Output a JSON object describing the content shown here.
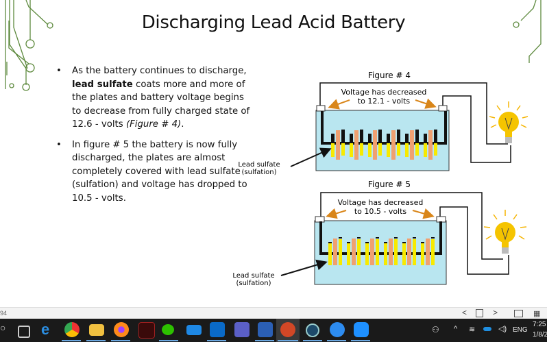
{
  "slide": {
    "title": "Discharging Lead Acid Battery",
    "bullets": [
      {
        "marker": "•",
        "pre": "As the battery continues to discharge, ",
        "bold": "lead sulfate",
        "mid": " coats more and more of the plates and battery voltage begins to decrease from fully charged state of 12.6 - volts ",
        "italic": "(Figure # 4)",
        "post": "."
      },
      {
        "marker": "•",
        "text": "In figure # 5 the battery is now fully discharged, the plates are almost completely covered with lead sulfate (sulfation) and voltage has dropped to 10.5 - volts."
      }
    ],
    "figures": [
      {
        "caption": "Figure # 4",
        "voltage_line1": "Voltage has decreased",
        "voltage_line2": "to 12.1 - volts",
        "label_line1": "Lead sulfate",
        "label_line2": "(sulfation)"
      },
      {
        "caption": "Figure # 5",
        "voltage_line1": "Voltage has decreased",
        "voltage_line2": "to 10.5 - volts",
        "label_line1": "Lead sulfate",
        "label_line2": "(sulfation)"
      }
    ]
  },
  "colors": {
    "electrolyte": "#b9e6f0",
    "sulfate": "#f7ea00",
    "plate": "#f0a070",
    "arrow": "#d9861a",
    "circuit": "#6a9a4a",
    "bulb": "#f5c400"
  },
  "statusbar": {
    "slide_number": "94",
    "prev": "<",
    "next": ">",
    "notes_icon": "notes-icon",
    "view_normal": "normal-view-icon",
    "view_sorter": "slide-sorter-icon"
  },
  "taskbar": {
    "apps": [
      "search",
      "task-view",
      "edge",
      "chrome",
      "file-explorer",
      "firefox",
      "acrobat",
      "wechat",
      "mail",
      "outlook",
      "teams",
      "word",
      "powerpoint",
      "en-app",
      "feishu",
      "skype"
    ],
    "tray": {
      "language": "ENG",
      "time": "7:25",
      "date": "1/8/2"
    }
  }
}
